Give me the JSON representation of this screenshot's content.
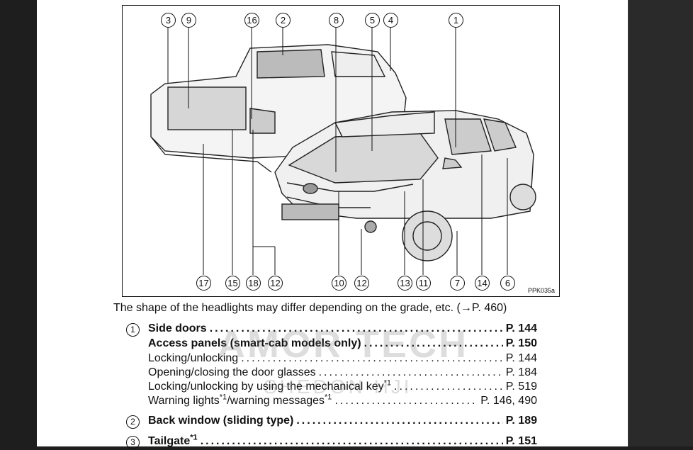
{
  "figure": {
    "code": "PPK035a",
    "callouts_top": [
      "3",
      "9",
      "16",
      "2",
      "8",
      "5",
      "4",
      "1"
    ],
    "callouts_bottom": [
      "17",
      "15",
      "18",
      "12",
      "10",
      "12",
      "13",
      "11",
      "7",
      "14",
      "6"
    ]
  },
  "caption": "The shape of the headlights may differ depending on the grade, etc. (→P. 460)",
  "watermark": {
    "line1": "AMOR TECH",
    "line2": "SHEDON HJI"
  },
  "entries": [
    {
      "num": "1",
      "label": "Side doors",
      "page": "P. 144",
      "bold": true
    },
    {
      "num": "",
      "label": "Access panels (smart-cab models only)",
      "page": "P. 150",
      "bold": true
    },
    {
      "num": "",
      "label": "Locking/unlocking",
      "page": "P. 144",
      "bold": false
    },
    {
      "num": "",
      "label": "Opening/closing the door glasses",
      "page": "P. 184",
      "bold": false
    },
    {
      "num": "",
      "label": "Locking/unlocking by using the mechanical key",
      "sup": "*1",
      "page": "P. 519",
      "bold": false
    },
    {
      "num": "",
      "label": "Warning lights",
      "sup": "*1",
      "label2": "/warning messages",
      "sup2": "*1",
      "page": "P. 146, 490",
      "bold": false
    },
    {
      "num": "2",
      "label": "Back window (sliding type)",
      "page": "P. 189",
      "bold": true
    },
    {
      "num": "3",
      "label": "Tailgate",
      "sup": "*1",
      "page": "P. 151",
      "bold": true
    }
  ]
}
